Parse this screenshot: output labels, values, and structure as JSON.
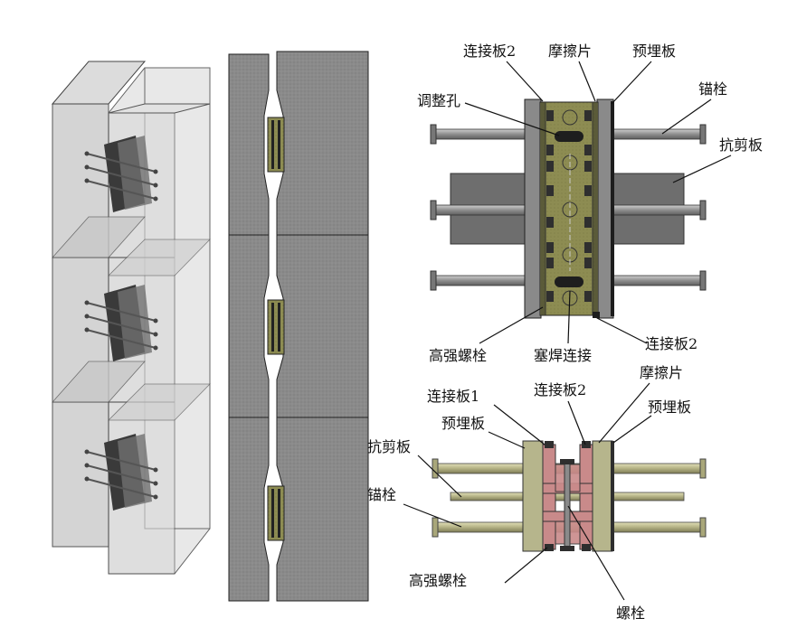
{
  "top_view_labels": {
    "connecting_plate_2_top": "连接板2",
    "friction_plate": "摩擦片",
    "embedded_plate": "预埋板",
    "adjusting_hole": "调整孔",
    "anchor_bolt": "锚栓",
    "shear_plate": "抗剪板",
    "high_strength_bolt": "高强螺栓",
    "plug_weld": "塞焊连接",
    "connecting_plate_2_bottom": "连接板2"
  },
  "side_view_labels": {
    "connecting_plate_1": "连接板1",
    "connecting_plate_2": "连接板2",
    "friction_plate": "摩擦片",
    "embedded_plate": "预埋板",
    "embedded_plate_left": "预埋板",
    "shear_plate": "抗剪板",
    "anchor_bolt": "锚栓",
    "high_strength_bolt": "高强螺栓",
    "bolt": "螺栓"
  },
  "colors": {
    "concrete_wall": "#8a8a8a",
    "ghost_concrete": "#d4d4d4",
    "connector_plate": "#8d8c52",
    "bolt_rod": "#9a9a9a",
    "pink_plate": "#c98a8a",
    "anchor_rod_side": "#b9b78a"
  }
}
